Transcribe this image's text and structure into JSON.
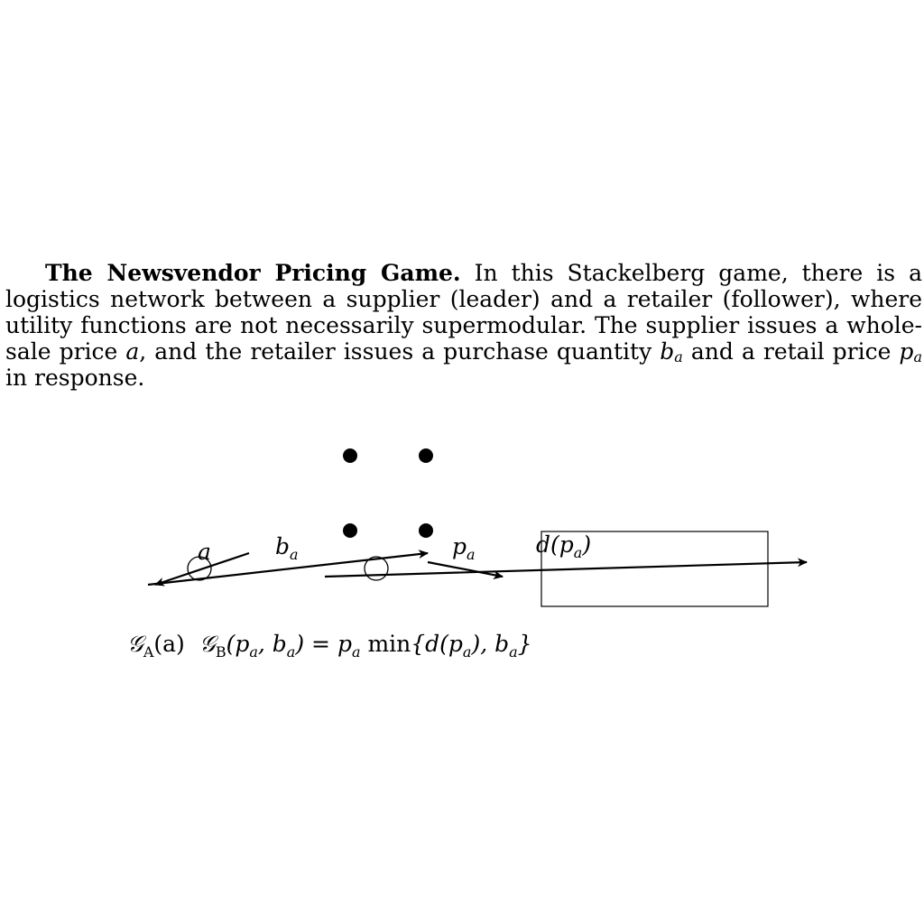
{
  "paragraph": {
    "title": "The Newsvendor Pricing Game.",
    "part1": "In this Stackelberg game, there is a logistics network between a supplier (leader) and a retailer (follower), where utility functions are not necessarily supermodular. The supplier issues a whole-sale price",
    "var_a": "a",
    "part2": ", and the retailer issues a purchase quantity",
    "var_b": "b",
    "sub_b": "a",
    "part3": "and a retail price",
    "var_p": "p",
    "sub_p": "a",
    "part4": "in response."
  },
  "diagram": {
    "label_a": "a",
    "label_b": "b",
    "label_b_sub": "a",
    "label_p": "p",
    "label_p_sub": "a",
    "label_d": "d(p",
    "label_d_sub": "a",
    "label_d_close": ")",
    "formula_A": "𝒢",
    "formula_A_sub": "A",
    "formula_A_arg": "(a)",
    "formula_B": "𝒢",
    "formula_B_sub": "B",
    "formula_B_open": "(p",
    "formula_B_sub2": "a",
    "formula_B_mid": ", b",
    "formula_B_sub3": "a",
    "formula_B_eq": ") = p",
    "formula_B_sub4": "a",
    "formula_B_min": " min",
    "formula_B_brace": "{d(p",
    "formula_B_sub5": "a",
    "formula_B_mid2": "), b",
    "formula_B_sub6": "a",
    "formula_B_close": "}"
  }
}
